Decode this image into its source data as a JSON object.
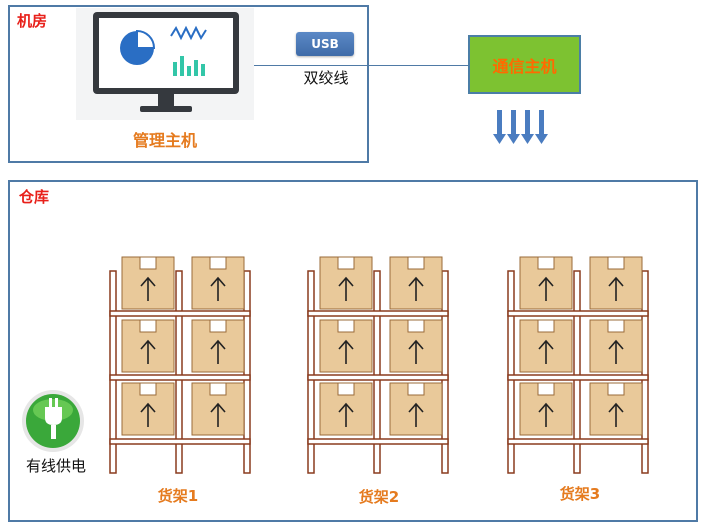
{
  "server_room": {
    "title": "机房",
    "management_host_label": "管理主机",
    "usb_badge": "USB",
    "cable_label": "双绞线",
    "comm_host_label": "通信主机"
  },
  "warehouse": {
    "title": "仓库",
    "power_label": "有线供电",
    "racks": [
      {
        "label": "货架1"
      },
      {
        "label": "货架2"
      },
      {
        "label": "货架3"
      }
    ]
  },
  "colors": {
    "panel_border": "#4f7aa6",
    "title_red": "#e8201a",
    "label_orange": "#e57b1f",
    "comm_green": "#7dc231",
    "box_tan": "#e9c99a",
    "rack_brown": "#8a3b1e",
    "arrow_blue": "#4a7cc0"
  },
  "icons": {
    "monitor": "monitor-icon",
    "power": "power-plug-icon",
    "down_arrows": "arrow-down-icon",
    "box_arrow": "arrow-up-icon"
  }
}
